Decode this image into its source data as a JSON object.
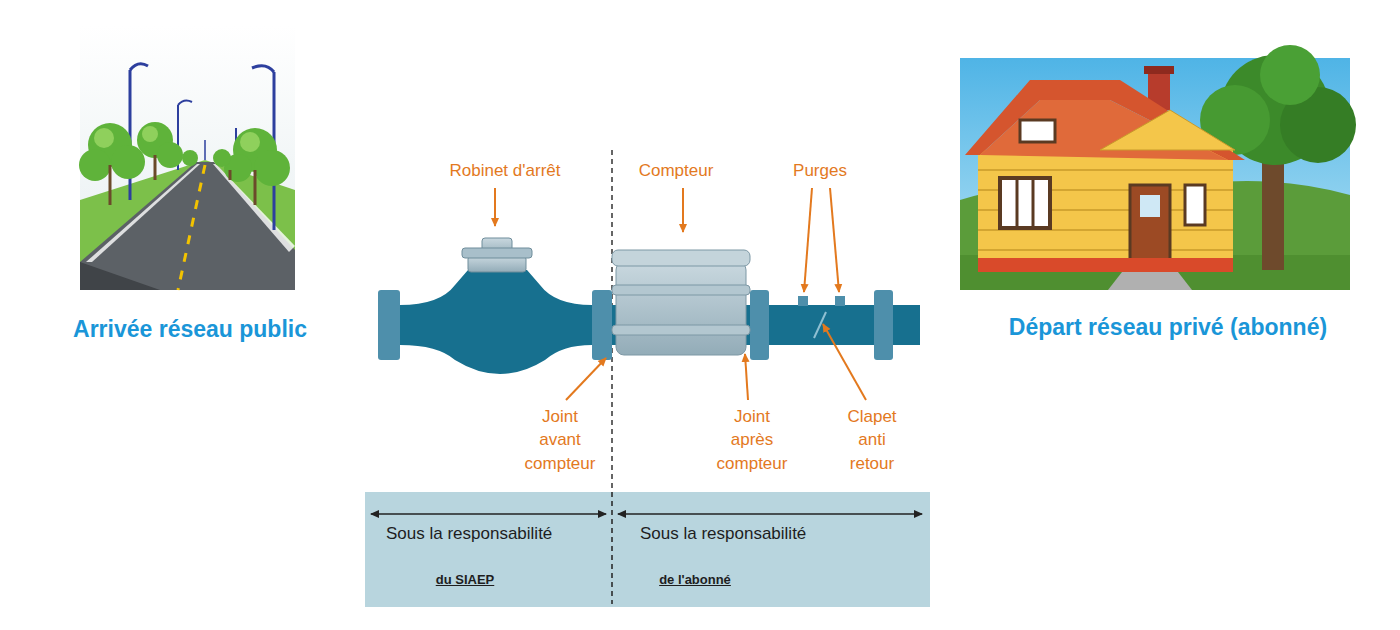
{
  "diagram": {
    "nodes": [
      {
        "text": [
          "Sous la responsabilité",
          "du SIAEP"
        ]
      },
      {
        "text": [
          "Sous la responsabilité",
          "de l'abonné"
        ]
      }
    ],
    "labels": [
      "Arrivée réseau public",
      "Robinet d'arrêt",
      "Compteur",
      "Purges",
      "Départ réseau privé (abonné)",
      "Joint avant compteur",
      "Joint après compteur",
      "Clapet anti retour"
    ]
  }
}
